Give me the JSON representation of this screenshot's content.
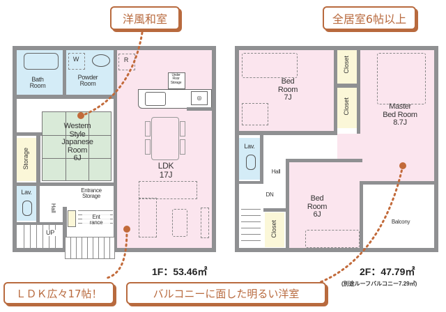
{
  "callouts": {
    "western_japanese": "洋風和室",
    "all_rooms": "全居室6帖以上",
    "ldk": "ＬＤＫ広々17帖！",
    "balcony_room": "バルコニーに面した明るい洋室"
  },
  "floor1": {
    "area": "1F：53.46㎡",
    "rooms": {
      "bath": "Bath\nRoom",
      "powder": "Powder\nRoom",
      "washer": "W",
      "fridge": "R",
      "under_floor": "Under\nFloor\nStorage",
      "japanese": "Western\nStyle\nJapanese\nRoom\n6J",
      "storage": "Storage",
      "ldk": "LDK\n17J",
      "lav": "Lav.",
      "hall": "Hall",
      "entrance_storage": "Entrance\nStorage",
      "entrance": "Ent\nrance",
      "up": "UP"
    }
  },
  "floor2": {
    "area": "2F：47.79㎡",
    "area_note": "(別途ルーフバルコニー7.29㎡)",
    "rooms": {
      "bed7": "Bed\nRoom\n7J",
      "closet1": "Closet",
      "closet2": "Closet",
      "closet3": "Closet",
      "master": "Master\nBed Room\n8.7J",
      "lav": "Lav.",
      "hall": "Hall",
      "dn": "DN",
      "bed6": "Bed\nRoom\n6J",
      "balcony": "Balcony"
    }
  },
  "colors": {
    "accent": "#b86a3e",
    "wall": "#8f9092",
    "ldk_pink": "#fbe5ee",
    "water_blue": "#d4ecf7",
    "tatami_green": "#d9ead8",
    "storage_cream": "#fbf7d8"
  }
}
